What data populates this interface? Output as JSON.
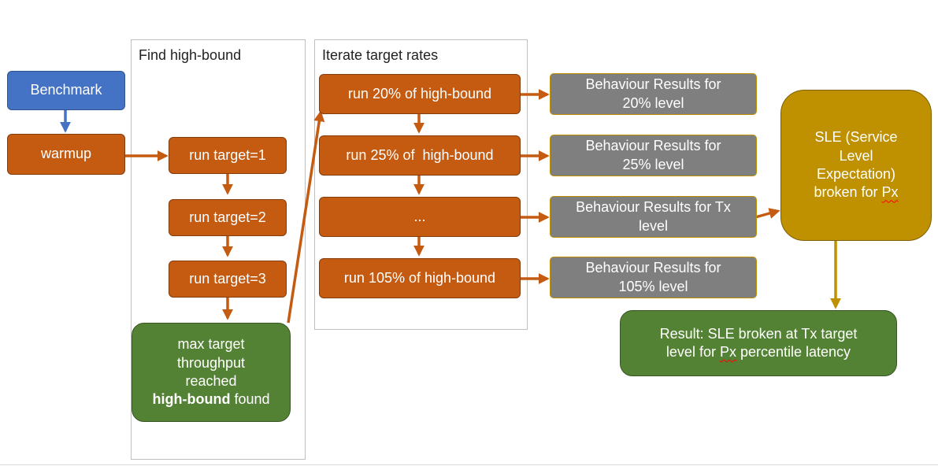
{
  "panels": {
    "find_high_bound": {
      "title": "Find high-bound"
    },
    "iterate_target_rates": {
      "title": "Iterate target rates"
    }
  },
  "nodes": {
    "benchmark": "Benchmark",
    "warmup": "warmup",
    "run_target_1": "run target=1",
    "run_target_2": "run target=2",
    "run_target_3": "run target=3",
    "max_target": {
      "line1": "max target",
      "line2": "throughput",
      "line3": "reached",
      "line4_bold": "high-bound",
      "line4_rest": " found"
    },
    "run_20": "run 20% of high-bound",
    "run_25": "run 25% of  high-bound",
    "run_ellipsis": "...",
    "run_105": "run 105% of high-bound",
    "result_20": {
      "line1": "Behaviour Results for",
      "line2": "20% level"
    },
    "result_25": {
      "line1": "Behaviour Results for",
      "line2": "25% level"
    },
    "result_tx": {
      "line1": "Behaviour Results for Tx",
      "line2": "level"
    },
    "result_105": {
      "line1": "Behaviour Results for",
      "line2": "105% level"
    },
    "sle": {
      "line1": "SLE (Service",
      "line2": "Level",
      "line3": "Expectation)",
      "line4_pre": "broken for ",
      "line4_px": "Px"
    },
    "final_result": {
      "line1": "Result: SLE broken at Tx target",
      "line2_pre": "level for ",
      "line2_px": "Px",
      "line2_post": " percentile latency"
    }
  },
  "colors": {
    "benchmark_blue": "#4472c4",
    "step_orange": "#c55a11",
    "result_green": "#548235",
    "behaviour_grey": "#7f7f7f",
    "sle_gold": "#bf9000"
  }
}
